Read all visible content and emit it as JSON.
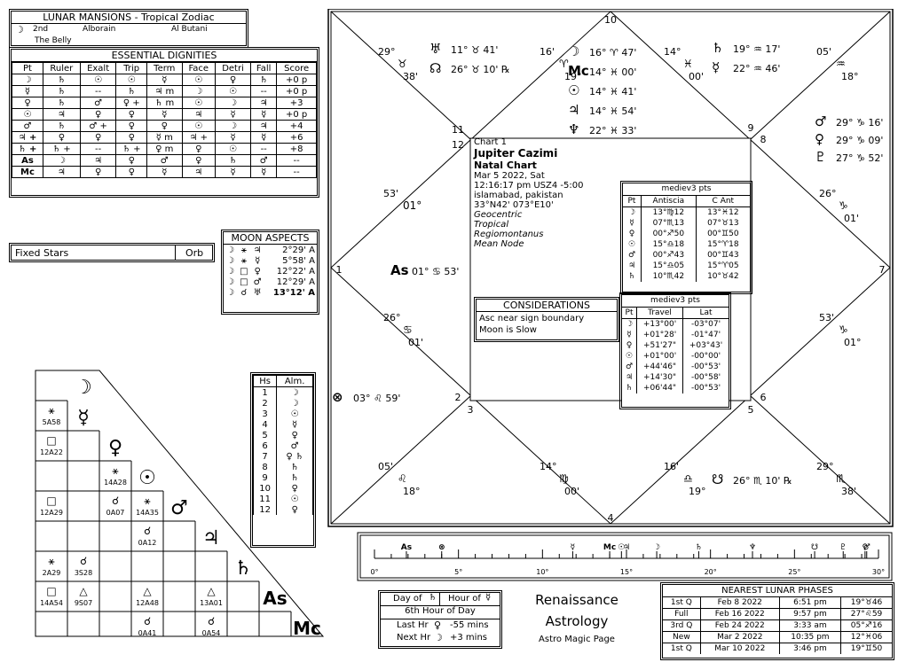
{
  "lunar_mansions": {
    "title": "LUNAR MANSIONS - Tropical Zodiac",
    "moon": "☽",
    "number": "2nd",
    "name1": "Alborain",
    "name2": "Al Butani",
    "meaning": "The Belly"
  },
  "dignities": {
    "title": "ESSENTIAL DIGNITIES",
    "headers": [
      "Pt",
      "Ruler",
      "Exalt",
      "Trip",
      "Term",
      "Face",
      "Detri",
      "Fall",
      "Score"
    ],
    "rows": [
      [
        "☽",
        "♄",
        "☉",
        "☉",
        "☿",
        "☉",
        "♀",
        "♄",
        "+0 p"
      ],
      [
        "☿",
        "♄",
        "--",
        "♄",
        "♃ m",
        "☽",
        "☉",
        "--",
        "+0 p"
      ],
      [
        "♀",
        "♄",
        "♂",
        "♀ +",
        "♄ m",
        "☉",
        "☽",
        "♃",
        "+3"
      ],
      [
        "☉",
        "♃",
        "♀",
        "♀",
        "☿",
        "♃",
        "☿",
        "☿",
        "+0 p"
      ],
      [
        "♂",
        "♄",
        "♂ +",
        "♀",
        "♀",
        "☉",
        "☽",
        "♃",
        "+4"
      ],
      [
        "♃ +",
        "♀",
        "♀",
        "♀",
        "☿ m",
        "♃ +",
        "☿",
        "☿",
        "+6"
      ],
      [
        "♄ +",
        "♄ +",
        "--",
        "♄ +",
        "♀ m",
        "♀",
        "☉",
        "--",
        "+8"
      ],
      [
        "As",
        "☽",
        "♃",
        "♀",
        "♂",
        "♀",
        "♄",
        "♂",
        "--"
      ],
      [
        "Mc",
        "♃",
        "♀",
        "♀",
        "☿",
        "♃",
        "☿",
        "☿",
        "--"
      ]
    ]
  },
  "fixed_stars": {
    "label": "Fixed Stars",
    "orb": "Orb"
  },
  "moon_aspects": {
    "title": "MOON ASPECTS",
    "rows": [
      [
        "☽",
        "⚹",
        "♃",
        "2°29' A"
      ],
      [
        "☽",
        "⚹",
        "☿",
        "5°58' A"
      ],
      [
        "☽",
        "□",
        "♀",
        "12°22' A"
      ],
      [
        "☽",
        "□",
        "♂",
        "12°29' A"
      ],
      [
        "☽",
        "☌",
        "♅",
        "13°12' A"
      ]
    ]
  },
  "houses": {
    "headers": [
      "Hs",
      "Alm."
    ],
    "rows": [
      [
        "1",
        "☽"
      ],
      [
        "2",
        "☽"
      ],
      [
        "3",
        "☉"
      ],
      [
        "4",
        "☿"
      ],
      [
        "5",
        "♀"
      ],
      [
        "6",
        "♂"
      ],
      [
        "7",
        "♀ ♄"
      ],
      [
        "8",
        "♄"
      ],
      [
        "9",
        "♄"
      ],
      [
        "10",
        "♀"
      ],
      [
        "11",
        "☉"
      ],
      [
        "12",
        "♀"
      ]
    ]
  },
  "aspect_grid": {
    "planets": [
      "☽",
      "☿",
      "♀",
      "☉",
      "♂",
      "♃",
      "♄",
      "As",
      "Mc"
    ],
    "cells": [
      {
        "r": 1,
        "c": 0,
        "glyph": "⚹",
        "txt": "5A58"
      },
      {
        "r": 2,
        "c": 0,
        "glyph": "□",
        "txt": "12A22"
      },
      {
        "r": 3,
        "c": 2,
        "glyph": "⚹",
        "txt": "14A28"
      },
      {
        "r": 4,
        "c": 0,
        "glyph": "□",
        "txt": "12A29"
      },
      {
        "r": 4,
        "c": 2,
        "glyph": "☌",
        "txt": "0A07"
      },
      {
        "r": 4,
        "c": 3,
        "glyph": "⚹",
        "txt": "14A35"
      },
      {
        "r": 5,
        "c": 3,
        "glyph": "☌",
        "txt": "0A12"
      },
      {
        "r": 6,
        "c": 0,
        "glyph": "⚹",
        "txt": "2A29"
      },
      {
        "r": 6,
        "c": 1,
        "glyph": "☌",
        "txt": "3S28"
      },
      {
        "r": 7,
        "c": 0,
        "glyph": "□",
        "txt": "14A54"
      },
      {
        "r": 7,
        "c": 1,
        "glyph": "△",
        "txt": "9S07"
      },
      {
        "r": 7,
        "c": 3,
        "glyph": "△",
        "txt": "12A48"
      },
      {
        "r": 7,
        "c": 5,
        "glyph": "△",
        "txt": "13A01"
      },
      {
        "r": 8,
        "c": 3,
        "glyph": "☌",
        "txt": "0A41"
      },
      {
        "r": 8,
        "c": 5,
        "glyph": "☌",
        "txt": "0A54"
      }
    ]
  },
  "chart": {
    "title_small": "Chart 1",
    "name": "Jupiter Cazimi",
    "type": "Natal Chart",
    "date": "Mar 5 2022, Sat",
    "time": "12:16:17 pm  USZ4 -5:00",
    "place": "islamabad, pakistan",
    "coords": "33°N42' 073°E10'",
    "opt1": "Geocentric",
    "opt2": "Tropical",
    "opt3": "Regiomontanus",
    "opt4": "Mean Node",
    "house_numbers": [
      "10",
      "11",
      "12",
      "1",
      "2",
      "3",
      "4",
      "5",
      "6",
      "7",
      "8",
      "9"
    ],
    "cusps": [
      {
        "a": "29°",
        "b": "♉",
        "c": "38'"
      },
      {
        "a": "16'",
        "b": "♈",
        "c": "19°"
      },
      {
        "a": "14°",
        "b": "♓",
        "c": "00'"
      },
      {
        "a": "05'",
        "b": "♒",
        "c": "18°"
      },
      {
        "a": "53'",
        "b": "01°",
        "c": ""
      },
      {
        "a": "26°",
        "b": "♋",
        "c": "01'"
      },
      {
        "a": "26°",
        "b": "♑",
        "c": "01'"
      },
      {
        "a": "53'",
        "b": "♑",
        "c": "01°"
      },
      {
        "a": "05'",
        "b": "♌",
        "c": "18°"
      },
      {
        "a": "14°",
        "b": "♍",
        "c": "00'"
      },
      {
        "a": "16'",
        "b": "♎",
        "c": "19°"
      },
      {
        "a": "29°",
        "b": "♏",
        "c": "38'"
      }
    ],
    "planets_10": [
      {
        "g": "♅",
        "t": "11° ♉ 41'"
      },
      {
        "g": "☊",
        "t": "26° ♉ 10' ℞"
      }
    ],
    "planets_mc": [
      {
        "g": "☽",
        "t": "16° ♈ 47'"
      },
      {
        "g": "Mc",
        "t": "14° ♓ 00'"
      },
      {
        "g": "☉",
        "t": "14° ♓ 41'"
      },
      {
        "g": "♃",
        "t": "14° ♓ 54'"
      },
      {
        "g": "♆",
        "t": "22° ♓ 33'"
      }
    ],
    "planets_9": [
      {
        "g": "♄",
        "t": "19° ♒ 17'"
      },
      {
        "g": "☿",
        "t": "22° ♒ 46'"
      }
    ],
    "planets_8": [
      {
        "g": "♂",
        "t": "29° ♑ 16'"
      },
      {
        "g": "♀",
        "t": "29° ♑ 09'"
      },
      {
        "g": "♇",
        "t": "27° ♑ 52'"
      }
    ],
    "asc": {
      "g": "As",
      "t": "01° ♋ 53'"
    },
    "fortune": {
      "g": "⊗",
      "t": "03° ♌ 59'"
    },
    "south_node": {
      "g": "☋",
      "t": "26° ♏ 10' ℞"
    }
  },
  "considerations": {
    "title": "CONSIDERATIONS",
    "lines": [
      "Asc near sign boundary",
      "Moon is Slow"
    ]
  },
  "antiscia": {
    "title": "mediev3 pts",
    "headers": [
      "Pt",
      "Antiscia",
      "C Ant"
    ],
    "rows": [
      [
        "☽",
        "13°♍12",
        "13°♓12"
      ],
      [
        "☿",
        "07°♏13",
        "07°♉13"
      ],
      [
        "♀",
        "00°♐50",
        "00°♊50"
      ],
      [
        "☉",
        "15°♎18",
        "15°♈18"
      ],
      [
        "♂",
        "00°♐43",
        "00°♊43"
      ],
      [
        "♃",
        "15°♎05",
        "15°♈05"
      ],
      [
        "♄",
        "10°♏42",
        "10°♉42"
      ]
    ]
  },
  "travel": {
    "title": "mediev3 pts",
    "headers": [
      "Pt",
      "Travel",
      "Lat"
    ],
    "rows": [
      [
        "☽",
        "+13°00'",
        "-03°07'"
      ],
      [
        "☿",
        "+01°28'",
        "-01°47'"
      ],
      [
        "♀",
        "+51'27\"",
        "+03°43'"
      ],
      [
        "☉",
        "+01°00'",
        "-00°00'"
      ],
      [
        "♂",
        "+44'46\"",
        "-00°53'"
      ],
      [
        "♃",
        "+14'30\"",
        "-00°58'"
      ],
      [
        "♄",
        "+06'44\"",
        "-00°53'"
      ]
    ]
  },
  "ruler_bar": {
    "ticks": [
      "0°",
      "5°",
      "10°",
      "15°",
      "20°",
      "25°",
      "30°"
    ],
    "marks": [
      {
        "g": "As",
        "v": 1.9
      },
      {
        "g": "⊗",
        "v": 4.0
      },
      {
        "g": "☿",
        "v": 11.8
      },
      {
        "g": "Mc",
        "v": 14.0
      },
      {
        "g": "☉",
        "v": 14.7
      },
      {
        "g": "♃",
        "v": 15.0
      },
      {
        "g": "☽",
        "v": 16.8
      },
      {
        "g": "♄",
        "v": 19.3
      },
      {
        "g": "♆",
        "v": 22.5
      },
      {
        "g": "☋",
        "v": 26.2
      },
      {
        "g": "♇",
        "v": 27.9
      },
      {
        "g": "♀",
        "v": 29.2
      },
      {
        "g": "♂",
        "v": 29.3
      }
    ]
  },
  "day_hour": {
    "day_label": "Day of",
    "day_glyph": "♄",
    "hour_label": "Hour of",
    "hour_glyph": "☿",
    "hour_of_day": "6th Hour of Day",
    "last_label": "Last Hr",
    "last_glyph": "♀",
    "last_val": "-55 mins",
    "next_label": "Next Hr",
    "next_glyph": "☽",
    "next_val": "+3 mins"
  },
  "brand": {
    "line1": "Renaissance",
    "line2": "Astrology",
    "line3": "Astro Magic Page"
  },
  "lunar_phases": {
    "title": "NEAREST LUNAR PHASES",
    "rows": [
      [
        "1st Q",
        "Feb 8 2022",
        "6:51 pm",
        "19°♉46"
      ],
      [
        "Full",
        "Feb 16 2022",
        "9:57 pm",
        "27°♌59"
      ],
      [
        "3rd Q",
        "Feb 24 2022",
        "3:33 am",
        "05°♐16"
      ],
      [
        "New",
        "Mar 2 2022",
        "10:35 pm",
        "12°♓06"
      ],
      [
        "1st Q",
        "Mar 10 2022",
        "3:46 pm",
        "19°♊50"
      ]
    ]
  }
}
